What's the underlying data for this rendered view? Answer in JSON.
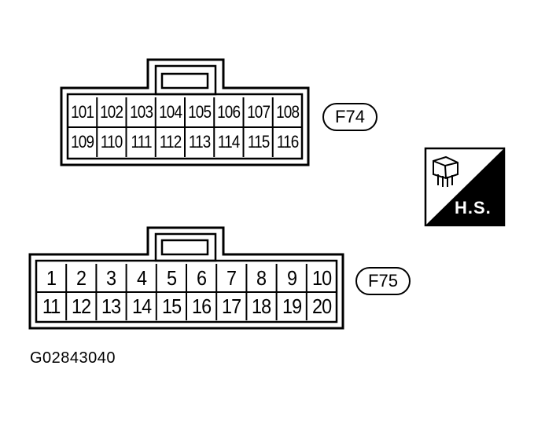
{
  "connectors": [
    {
      "id": "F74",
      "label": "F74",
      "pins_top": [
        "101",
        "102",
        "103",
        "104",
        "105",
        "106",
        "107",
        "108"
      ],
      "pins_bottom": [
        "109",
        "110",
        "111",
        "112",
        "113",
        "114",
        "115",
        "116"
      ]
    },
    {
      "id": "F75",
      "label": "F75",
      "pins_top": [
        "1",
        "2",
        "3",
        "4",
        "5",
        "6",
        "7",
        "8",
        "9",
        "10"
      ],
      "pins_bottom": [
        "11",
        "12",
        "13",
        "14",
        "15",
        "16",
        "17",
        "18",
        "19",
        "20"
      ]
    }
  ],
  "symbol": {
    "icon": "harness-side-connector-icon",
    "label": "H.S."
  },
  "figure_code": "G02843040"
}
